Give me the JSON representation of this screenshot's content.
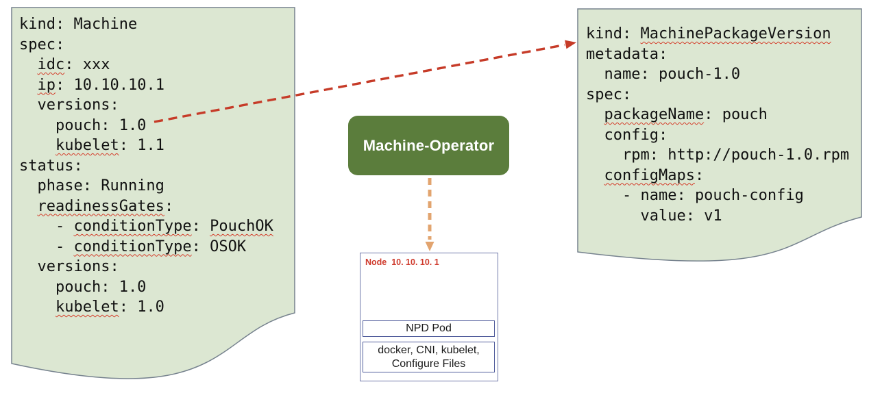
{
  "left_doc": {
    "lines": [
      [
        {
          "text": "kind: Machine"
        }
      ],
      [
        {
          "text": "spec:"
        }
      ],
      [
        {
          "text": "  "
        },
        {
          "text": "idc",
          "squiggle": true
        },
        {
          "text": ": xxx"
        }
      ],
      [
        {
          "text": "  "
        },
        {
          "text": "ip",
          "squiggle": true
        },
        {
          "text": ": 10.10.10.1"
        }
      ],
      [
        {
          "text": "  versions:"
        }
      ],
      [
        {
          "text": "    pouch: 1.0"
        }
      ],
      [
        {
          "text": "    "
        },
        {
          "text": "kubelet",
          "squiggle": true
        },
        {
          "text": ": 1.1"
        }
      ],
      [
        {
          "text": "status:"
        }
      ],
      [
        {
          "text": "  phase: Running"
        }
      ],
      [
        {
          "text": "  "
        },
        {
          "text": "readinessGates",
          "squiggle": true
        },
        {
          "text": ":"
        }
      ],
      [
        {
          "text": "    - "
        },
        {
          "text": "conditionType",
          "squiggle": true
        },
        {
          "text": ": "
        },
        {
          "text": "PouchOK",
          "squiggle": true
        }
      ],
      [
        {
          "text": "    - "
        },
        {
          "text": "conditionType",
          "squiggle": true
        },
        {
          "text": ": OSOK"
        }
      ],
      [
        {
          "text": "  versions:"
        }
      ],
      [
        {
          "text": "    pouch: 1.0"
        }
      ],
      [
        {
          "text": "    "
        },
        {
          "text": "kubelet",
          "squiggle": true
        },
        {
          "text": ": 1.0"
        }
      ]
    ]
  },
  "right_doc": {
    "lines": [
      [
        {
          "text": "kind: "
        },
        {
          "text": "MachinePackageVersion",
          "squiggle": true
        }
      ],
      [
        {
          "text": "metadata:"
        }
      ],
      [
        {
          "text": "  name: pouch-1.0"
        }
      ],
      [
        {
          "text": "spec:"
        }
      ],
      [
        {
          "text": "  "
        },
        {
          "text": "packageName",
          "squiggle": true
        },
        {
          "text": ": pouch"
        }
      ],
      [
        {
          "text": "  config:"
        }
      ],
      [
        {
          "text": "    rpm: http://pouch-1.0.rpm"
        }
      ],
      [
        {
          "text": "  "
        },
        {
          "text": "configMaps",
          "squiggle": true
        },
        {
          "text": ":"
        }
      ],
      [
        {
          "text": "    - name: pouch-config"
        }
      ],
      [
        {
          "text": "      value: v1"
        }
      ]
    ]
  },
  "operator": {
    "label": "Machine-Operator"
  },
  "node": {
    "title": "Node  10. 10. 10. 1",
    "npd_label": "NPD Pod",
    "components": [
      "docker, CNI, kubelet,",
      "Configure Files"
    ]
  },
  "colors": {
    "doc_fill": "#dce7d2",
    "doc_stroke": "#76828e",
    "operator_green": "#5b7d3c",
    "operator_text": "#ffffff",
    "arrow_red": "#c63b28",
    "arrow_tan": "#e2a46f",
    "node_border": "#6d76a8",
    "inner_border": "#4f5b9b",
    "node_title_red": "#cf3b2d",
    "squiggle_red": "#d43d2a"
  }
}
